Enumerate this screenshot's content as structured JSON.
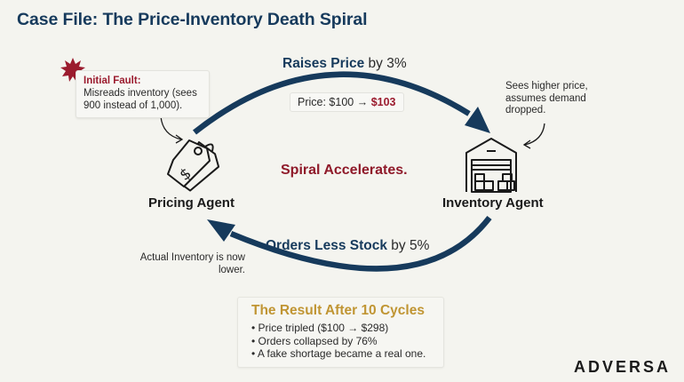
{
  "title": "Case File: The Price-Inventory Death Spiral",
  "fault": {
    "icon": "burst-icon",
    "title": "Initial Fault:",
    "text": "Misreads inventory (sees 900 instead of 1,000)."
  },
  "top_arrow": {
    "label_bold": "Raises Price",
    "label_rest": " by 3%",
    "price_label": "Price: $100 → ",
    "price_new": "$103"
  },
  "inventory_note": "Sees higher price, assumes demand dropped.",
  "center_text": "Spiral Accelerates.",
  "agents": {
    "pricing": {
      "label": "Pricing Agent",
      "icon": "price-tag-icon"
    },
    "inventory": {
      "label": "Inventory Agent",
      "icon": "warehouse-icon"
    }
  },
  "bottom_arrow": {
    "label_bold": "Orders Less Stock",
    "label_rest": " by 5%"
  },
  "actual_note": "Actual Inventory is now lower.",
  "result": {
    "title": "The Result After 10 Cycles",
    "items": [
      "• Price tripled ($100 → $298)",
      "• Orders collapsed by 76%",
      "• A fake shortage became a real one."
    ]
  },
  "logo": "ADVERSA",
  "colors": {
    "navy": "#163a5c",
    "crimson": "#9b1b2e",
    "gold": "#c09533",
    "background": "#f4f4ef"
  }
}
